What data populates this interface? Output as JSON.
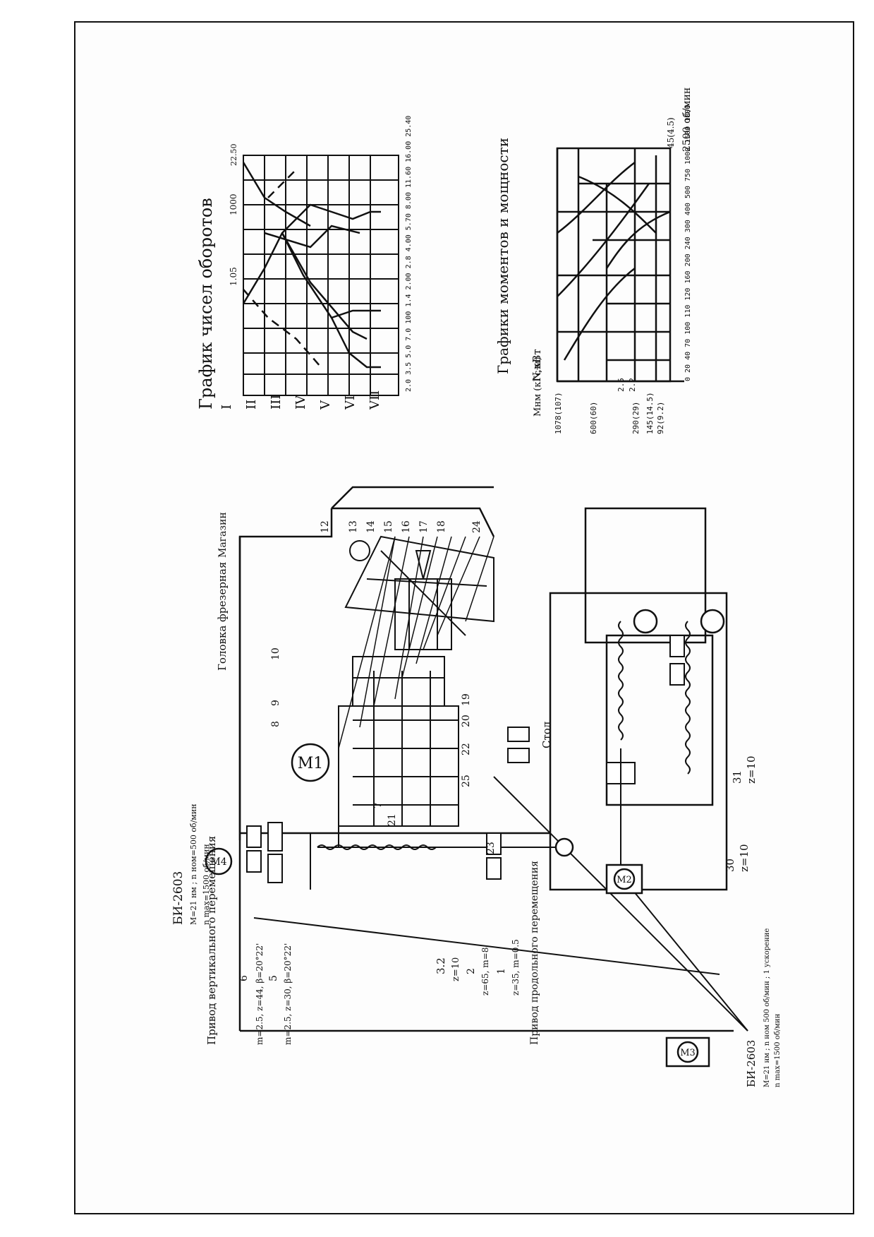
{
  "speed_chart": {
    "title": "График чисел оборотов",
    "row_labels": [
      "I",
      "II",
      "III",
      "IV",
      "V",
      "VI",
      "VII"
    ],
    "top_marks": [
      "1000",
      "1.05",
      "22.50"
    ],
    "axis_ticks": "2.0 3.5 5.0 7.0   100 1.4 2.00 2.8 4.00 5.70 8.00 11.60 16.00 25.40"
  },
  "torque_chart": {
    "title": "Графики моментов и мощности",
    "power_unit": "N,кВт",
    "power_values": [
      "2.5",
      "2.5",
      "2.2"
    ],
    "torque_unit": "Мнм (кГс·м)",
    "torque_values": [
      "1078(107)",
      "600(60)",
      "290(29)",
      "145(14.5)",
      "92(9.2)"
    ],
    "axis_ticks": "0  20  40  70  100  110  120  160  200  240  300  400  500  750  1000  1500  1800",
    "end_label": "45(4.5)",
    "end_speed": "2500 об/мин"
  },
  "kinematic": {
    "headstock_label": "Головка фрезерная",
    "magazine_label": "Магазин",
    "table_label": "Стол",
    "motor_label": "M1",
    "motor_m2": "M2",
    "motor_m3": "M3",
    "motor_m4": "M4",
    "gear_numbers": [
      "7",
      "8",
      "9",
      "10",
      "12",
      "13",
      "14",
      "15",
      "16",
      "17",
      "18",
      "19",
      "20",
      "21",
      "22",
      "23",
      "24",
      "25"
    ],
    "vert_ratio": "3.2",
    "vert_ratio_z": "z=10",
    "lead_31": "31",
    "lead_31_z": "z=10",
    "lead_30": "30",
    "lead_30_z": "z=10",
    "drive_vertical": "Привод вертикального перемещения",
    "drive_vertical_num": "6",
    "drive_vertical_spec": "m=2.5, z=44, β=20°22'",
    "drive_vertical_5": "5",
    "drive_vertical_5_spec": "m=2.5, z=30, β=20°22'",
    "drive_long_ratio_top": "3.2",
    "drive_long_ratio_bot": "z=10",
    "drive_long_2": "2",
    "drive_long_2_spec": "z=65, m=8",
    "drive_long_1": "1",
    "drive_long_1_spec": "z=35, m=0.5",
    "drive_long": "Привод продольного перемещения",
    "motor_spec_title": "БИ-2603",
    "motor_spec_line1": "M=21 нм ; n ном=500 об/мин",
    "motor_spec_line2": "n max=1500 об/мин",
    "motor_spec2_title": "БИ-2603",
    "motor_spec2_line1": "M=21 нм ; n ном 500 об/мин ; 1 ускорение",
    "motor_spec2_line2": "n max=1500 об/мин"
  }
}
